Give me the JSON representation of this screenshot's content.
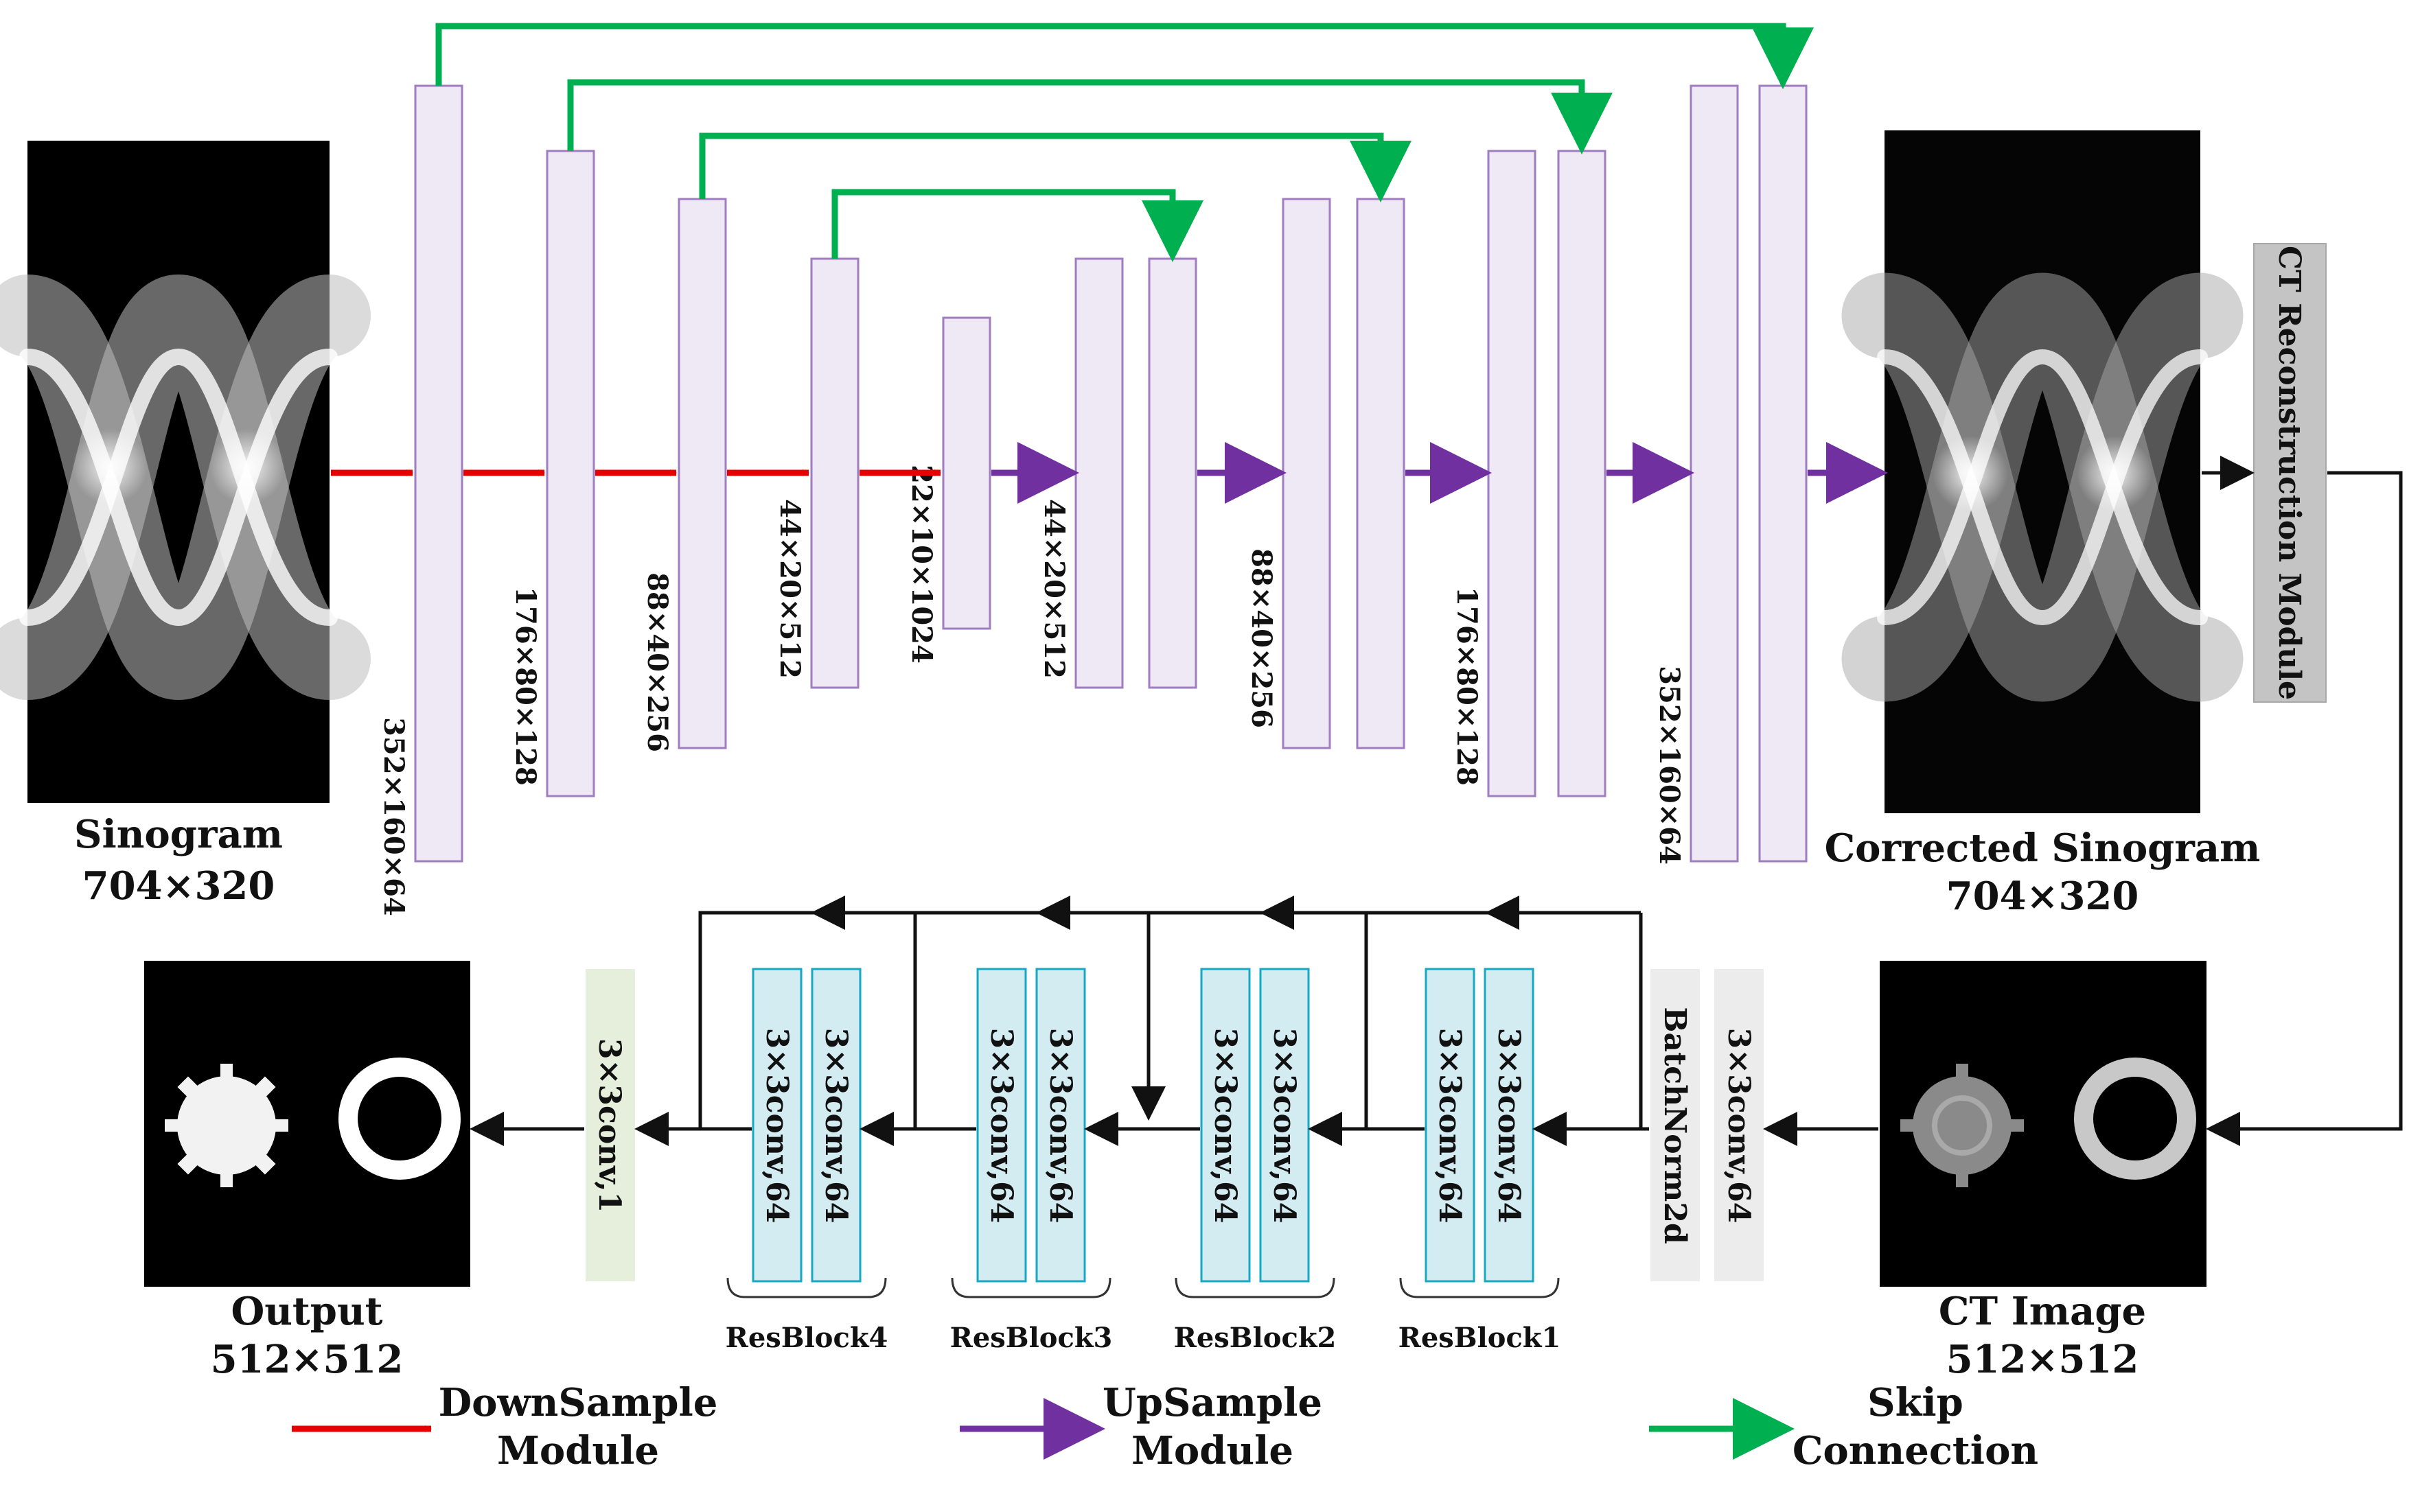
{
  "colors": {
    "feature_fill": "#efe9f5",
    "feature_stroke": "#a07cc0",
    "down_arrow": "#e60000",
    "up_arrow": "#7030a0",
    "skip_arrow": "#00b050",
    "conv_fill": "#d3ecf2",
    "conv_stroke": "#17a9c3",
    "bn_fill": "#ececec",
    "final_conv_fill": "#e6efdc",
    "recon_fill": "#c4c4c4"
  },
  "images": {
    "sinogram": {
      "line1": "Sinogram",
      "line2": "704×320"
    },
    "corrected": {
      "line1": "Corrected Sinogram",
      "line2": "704×320"
    },
    "ct_image": {
      "line1": "CT Image",
      "line2": "512×512"
    },
    "output": {
      "line1": "Output",
      "line2": "512×512"
    }
  },
  "reconstruction_module": "CT Reconstruction Module",
  "encoder_dims": [
    "352×160×64",
    "176×80×128",
    "88×40×256",
    "44×20×512",
    "22×10×1024"
  ],
  "decoder_dims": [
    "44×20×512",
    "88×40×256",
    "176×80×128",
    "352×160×64"
  ],
  "bottom": {
    "conv_first": "3×3conv,64",
    "batchnorm": "BatchNorm2d",
    "block_conv": "3×3conv,64",
    "final_conv": "3×3conv,1",
    "resblocks": [
      "ResBlock1",
      "ResBlock2",
      "ResBlock3",
      "ResBlock4"
    ]
  },
  "legend": {
    "down": {
      "line1": "DownSample",
      "line2": "Module"
    },
    "up": {
      "line1": "UpSample",
      "line2": "Module"
    },
    "skip": {
      "line1": "Skip",
      "line2": "Connection"
    }
  }
}
